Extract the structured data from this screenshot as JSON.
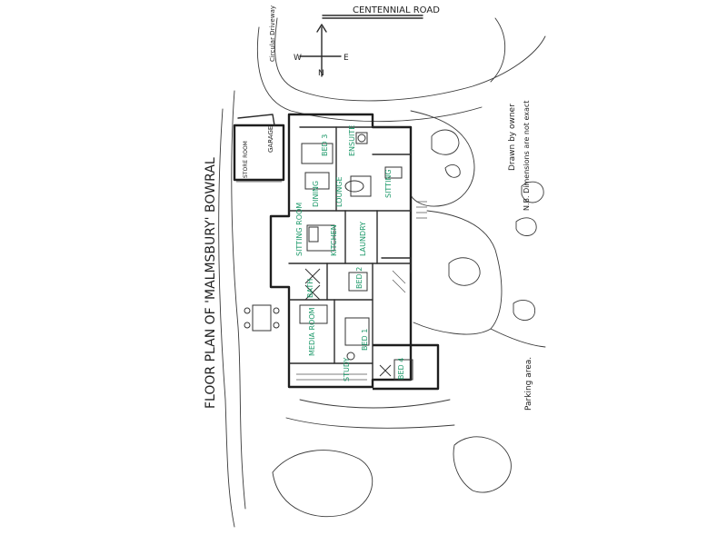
{
  "plan": {
    "title": "FLOOR PLAN OF 'MALMSBURY' BOWRAL",
    "road": "CENTENNIAL ROAD",
    "driveway": "Circular Driveway",
    "compass": {
      "north": "N",
      "east": "E",
      "west": "W"
    },
    "note_drawn": "Drawn by owner",
    "note_dims": "N.B. Dimensions are not exact",
    "parking": "Parking area.",
    "garage": "GARAGE",
    "store_room": "STORE ROOM",
    "rooms": {
      "bed3": "BED 3",
      "ensuite": "ENSUITE",
      "dining": "DINING",
      "lounge": "LOUNGE",
      "sitting_front": "SITTING",
      "sitting_room": "SITTING ROOM",
      "kitchen": "KITCHEN",
      "laundry": "LAUNDRY",
      "bed2": "BED 2",
      "bed1": "BED 1",
      "media_room": "MEDIA ROOM",
      "study": "STUDY",
      "bed4": "BED 4",
      "bath": "BATH"
    }
  },
  "colors": {
    "ink": "#2a2a2a",
    "room_label": "#1f9a6b",
    "paper": "#ffffff"
  }
}
